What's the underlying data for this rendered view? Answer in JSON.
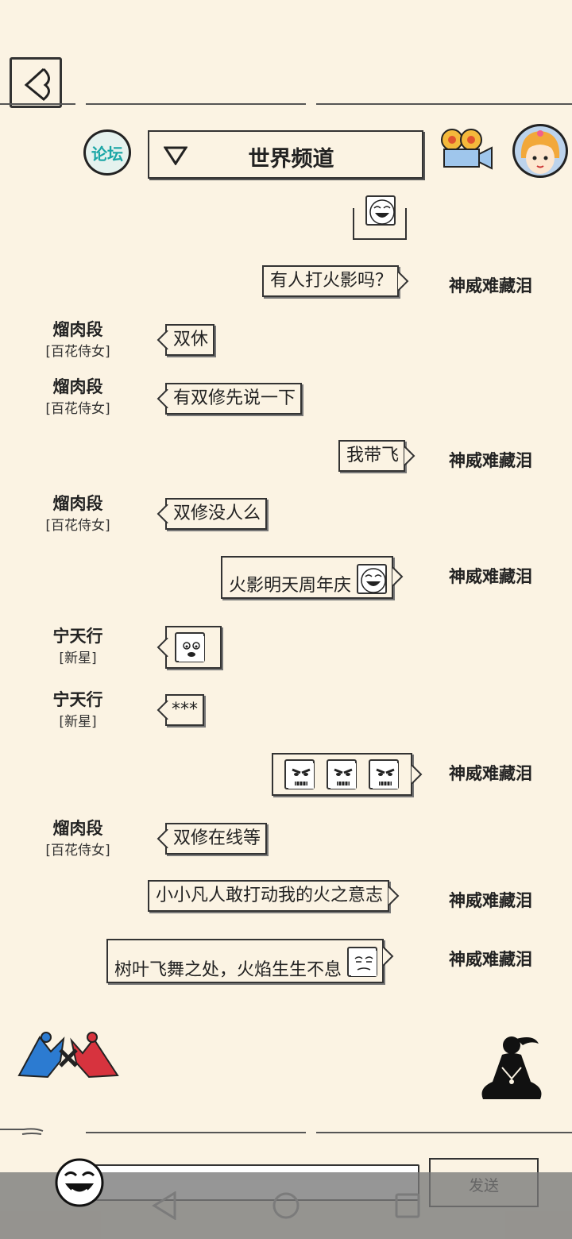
{
  "header": {
    "forum_label": "论坛",
    "channel_title": "世界频道"
  },
  "messages": [
    {
      "side": "right",
      "name": "神威难藏泪",
      "text": "有人打火影吗？"
    },
    {
      "side": "left",
      "name": "熘肉段",
      "title": "[百花侍女]",
      "text": "双休"
    },
    {
      "side": "left",
      "name": "熘肉段",
      "title": "[百花侍女]",
      "text": "有双修先说一下"
    },
    {
      "side": "right",
      "name": "神威难藏泪",
      "text": "我带飞"
    },
    {
      "side": "left",
      "name": "熘肉段",
      "title": "[百花侍女]",
      "text": "双修没人么"
    },
    {
      "side": "right",
      "name": "神威难藏泪",
      "text": "火影明天周年庆"
    },
    {
      "side": "left",
      "name": "宁天行",
      "title": "[新星]",
      "text": ""
    },
    {
      "side": "left",
      "name": "宁天行",
      "title": "[新星]",
      "text": "***"
    },
    {
      "side": "right",
      "name": "神威难藏泪",
      "text": ""
    },
    {
      "side": "left",
      "name": "熘肉段",
      "title": "[百花侍女]",
      "text": "双修在线等"
    },
    {
      "side": "right",
      "name": "神威难藏泪",
      "text": "小小凡人敢打动我的火之意志"
    },
    {
      "side": "right",
      "name": "神威难藏泪",
      "text": "树叶飞舞之处，火焰生生不息"
    }
  ],
  "footer": {
    "send_label": "发送",
    "input_placeholder": ""
  }
}
